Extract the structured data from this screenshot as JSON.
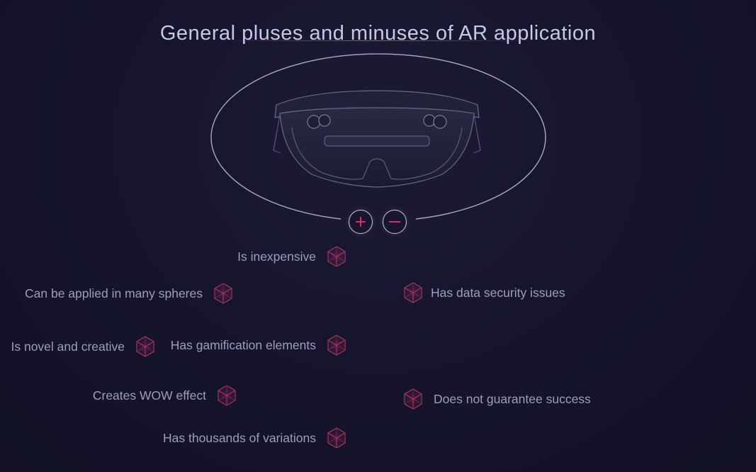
{
  "title": "General pluses and minuses of AR application",
  "toggles": {
    "plus_symbol": "+",
    "minus_symbol": "−",
    "plus_icon": "plus-icon",
    "minus_icon": "minus-icon"
  },
  "pluses": [
    {
      "label": "Is inexpensive",
      "icon": "cube-icon"
    },
    {
      "label": "Can be applied in many spheres",
      "icon": "cube-icon"
    },
    {
      "label": "Is novel and creative",
      "icon": "cube-icon"
    },
    {
      "label": "Has gamification elements",
      "icon": "cube-icon"
    },
    {
      "label": "Creates WOW effect",
      "icon": "cube-icon"
    },
    {
      "label": "Has thousands of variations",
      "icon": "cube-icon"
    }
  ],
  "minuses": [
    {
      "label": "Has data security issues",
      "icon": "cube-icon"
    },
    {
      "label": "Does not guarantee success",
      "icon": "cube-icon"
    }
  ],
  "colors": {
    "background": "#14132a",
    "accent": "#d83a6e",
    "title_text": "#c7c7ea",
    "item_text": "#9d9dbd"
  }
}
